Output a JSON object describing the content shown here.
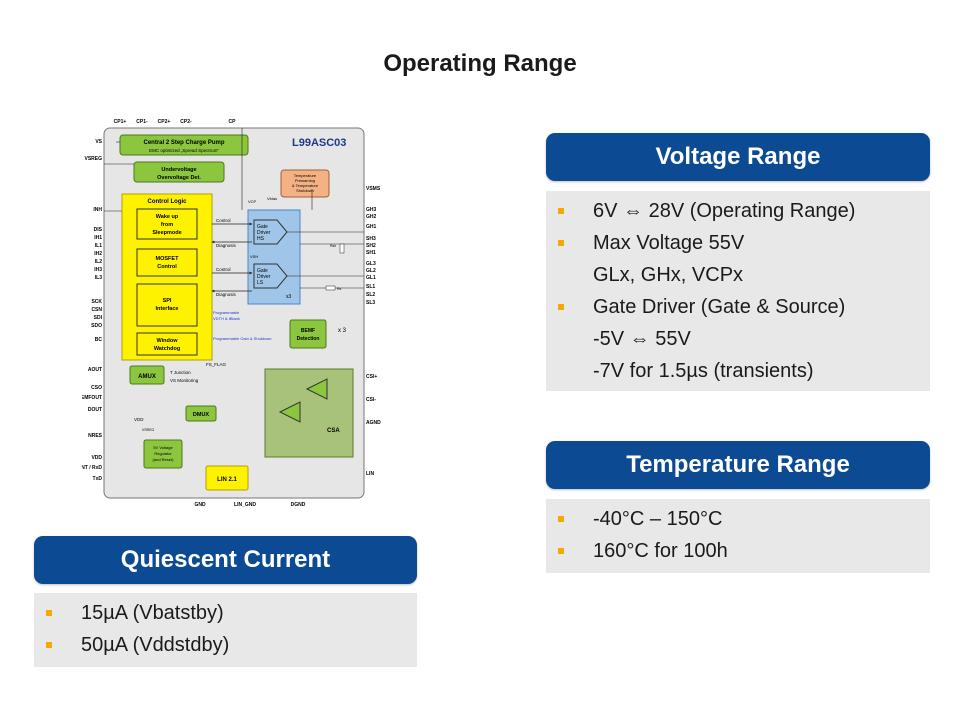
{
  "slide": {
    "title": "Operating Range"
  },
  "voltage": {
    "header": "Voltage Range",
    "items": [
      {
        "text": "6V ⇔ 28V (Operating Range)",
        "bullet": true
      },
      {
        "text": "Max Voltage 55V",
        "bullet": true
      },
      {
        "text": "GLx, GHx, VCPx",
        "bullet": false
      },
      {
        "text": "Gate Driver (Gate & Source)",
        "bullet": true
      },
      {
        "text": "-5V ⇔ 55V",
        "bullet": false
      },
      {
        "text": "-7V for 1.5µs (transients)",
        "bullet": false
      }
    ]
  },
  "temperature": {
    "header": "Temperature Range",
    "items": [
      {
        "text": "-40°C – 150°C",
        "bullet": true
      },
      {
        "text": "160°C for 100h",
        "bullet": true
      }
    ]
  },
  "quiescent": {
    "header": "Quiescent Current",
    "items": [
      {
        "text": "15µA (Vbatstby)",
        "bullet": true
      },
      {
        "text": "50µA (Vddstdby)",
        "bullet": true
      }
    ]
  },
  "diagram": {
    "chip_name": "L99ASC03",
    "blocks": {
      "charge_pump": {
        "l1": "Central 2 Step Charge Pump",
        "l2": "EMC optimized „Spread Spectrum“"
      },
      "uv_ov": {
        "l1": "Undervoltage",
        "l2": "Overvoltage Det."
      },
      "temp": {
        "l1": "Temperature",
        "l2": "Prewarning",
        "l3": "& Temperature",
        "l4": "Shutdown"
      },
      "control_logic": "Control Logic",
      "wake_up": {
        "l1": "Wake up",
        "l2": "from",
        "l3": "Sleepmode"
      },
      "mosfet": {
        "l1": "MOSFET",
        "l2": "Control"
      },
      "spi": {
        "l1": "SPI",
        "l2": "Interface"
      },
      "watchdog": {
        "l1": "Window",
        "l2": "Watchdog"
      },
      "gate_hs": {
        "l1": "Gate",
        "l2": "Driver",
        "l3": "HS"
      },
      "gate_ls": {
        "l1": "Gate",
        "l2": "Driver",
        "l3": "LS"
      },
      "bemf": {
        "l1": "BEMF",
        "l2": "Detection"
      },
      "amux": "AMUX",
      "dmux": "DMUX",
      "csa": "CSA",
      "regulator": {
        "l1": "5V Voltage",
        "l2": "Regulator",
        "l3": "(and Reset)"
      },
      "lin": "LIN 2.1"
    },
    "pins_top": [
      "CP1+",
      "CP1-",
      "CP2+",
      "CP2-",
      "CP"
    ],
    "pins_left": [
      "VS",
      "VSREG",
      "INH",
      "DIS",
      "IH1",
      "IL1",
      "IH2",
      "IL2",
      "IH3",
      "IL3",
      "SCK",
      "CSN",
      "SDI",
      "SDO",
      "BC",
      "AOUT",
      "CSO",
      "BEMFOUT",
      "DOUT",
      "NRES",
      "VDD",
      "NINT / RxD",
      "TxD"
    ],
    "pins_right": [
      "VSMS",
      "GH3",
      "GH2",
      "GH1",
      "SH3",
      "SH2",
      "SH1",
      "GL3",
      "GL2",
      "GL1",
      "SL1",
      "SL2",
      "SL3",
      "CSI+",
      "CSI-",
      "AGND",
      "LIN"
    ],
    "pins_bottom": [
      "GND",
      "LIN_GND",
      "DGND"
    ],
    "labels": {
      "control": "Control",
      "diagnosis": "Diagnosis",
      "times3": "x 3",
      "x3": "x3",
      "vcp": "VCP",
      "vbias": "Vbias",
      "vsvh": "VSH",
      "prog1": "Programmable",
      "prog1b": "VDTH & tBlank",
      "prog2": "Programmable Gain & Shutdown",
      "fs_flag": "FS_FLAG",
      "t_junction": "T Junction",
      "vs_monitoring": "VS Monitoring",
      "vdd_label": "VDD",
      "vsreg_label": "VSREG",
      "rsh": "Rsh",
      "rs": "Rs"
    }
  }
}
